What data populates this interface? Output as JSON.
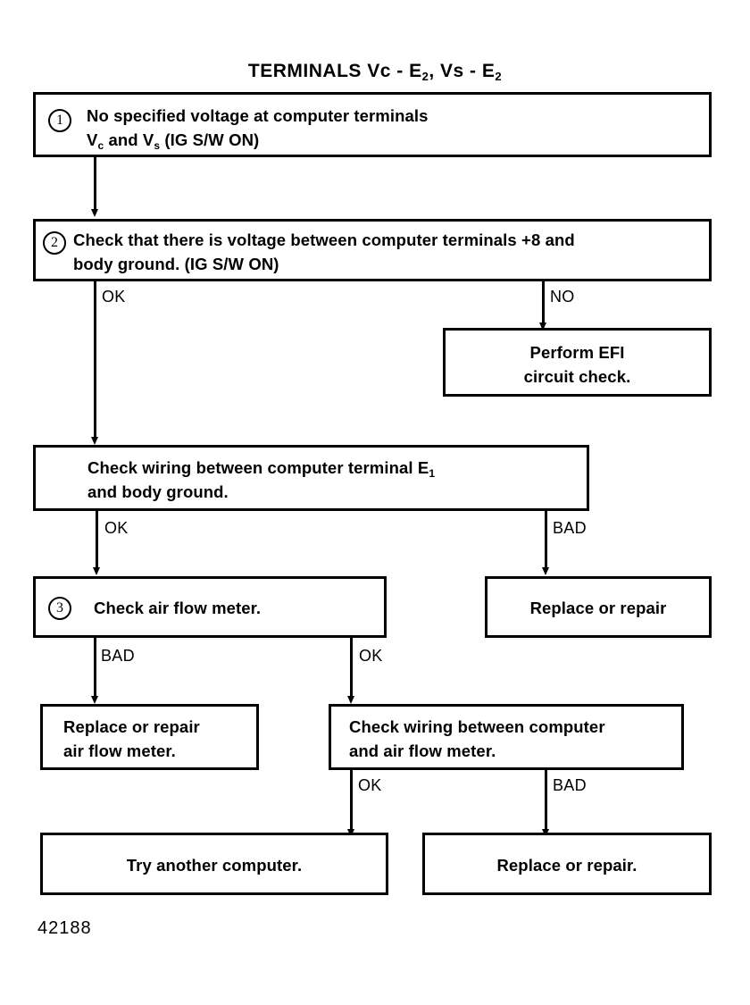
{
  "figure": {
    "title_prefix": "TERMINALS Vc - E",
    "title_sub1": "2",
    "title_mid": ", Vs - E",
    "title_sub2": "2",
    "title_full": "TERMINALS Vc - E2, Vs - E2",
    "figure_number": "42188"
  },
  "boxes": {
    "step1": {
      "number": "1",
      "line1": "No specified voltage at computer terminals",
      "line2_pre": "V",
      "line2_sub1": "c",
      "line2_mid": " and V",
      "line2_sub2": "s",
      "line2_post": " (IG S/W ON)"
    },
    "step2": {
      "number": "2",
      "line1": "Check that there is voltage between computer terminals +8 and",
      "line2": "body ground. (IG S/W ON)"
    },
    "perform_efi": {
      "line1": "Perform EFI",
      "line2": "circuit check."
    },
    "check_wiring_e1": {
      "line1_pre": "Check wiring between computer terminal E",
      "line1_sub": "1",
      "line2": "and body ground."
    },
    "replace_repair_1": {
      "line1": "Replace or repair"
    },
    "step3": {
      "number": "3",
      "line1": "Check air flow meter."
    },
    "replace_repair_afm": {
      "line1": "Replace or repair",
      "line2": "air flow meter."
    },
    "check_wiring_afm": {
      "line1": "Check wiring between computer",
      "line2": "and air flow meter."
    },
    "try_another_computer": {
      "line1": "Try another computer."
    },
    "replace_repair_2": {
      "line1": "Replace or repair."
    }
  },
  "branches": {
    "b1_ok": "OK",
    "b1_no": "NO",
    "b2_ok": "OK",
    "b2_bad": "BAD",
    "b3_bad": "BAD",
    "b3_ok": "OK",
    "b4_ok": "OK",
    "b4_bad": "BAD"
  },
  "colors": {
    "ink": "#000000",
    "paper": "#ffffff"
  }
}
